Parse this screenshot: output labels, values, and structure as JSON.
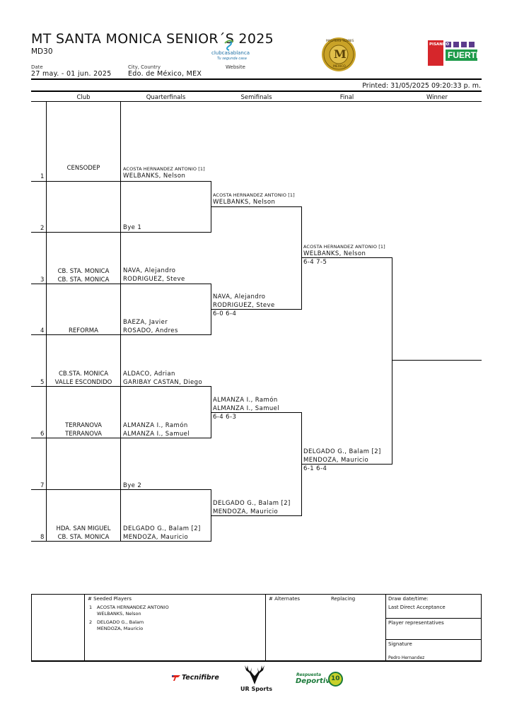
{
  "header": {
    "title": "MT SANTA  MONICA SENIOR´S 2025",
    "event": "MD30",
    "date_label": "Date",
    "date_value": "27 may. - 01 jun. 2025",
    "city_label": "City, Country",
    "city_value": "Edo. de México, MEX",
    "website_label": "Website",
    "printed": "Printed: 31/05/2025 09:20:33 p. m.",
    "logos": {
      "club": "clubcasablanca",
      "club_tagline": "Tu segunda casa",
      "masters_top": "MASTERS TENNIS",
      "masters_bottom": "MEXICO",
      "masters_letter": "M",
      "pisando": "PISANDO",
      "fuerte": "FUERTE"
    }
  },
  "columns": [
    "Club",
    "Quarterfinals",
    "Semifinals",
    "Final",
    "Winner"
  ],
  "draw": {
    "rows": [
      {
        "num": "1",
        "club1": "",
        "club2": "CENSODEP",
        "p1": "ACOSTA HERNANDEZ ANTONIO [1]",
        "p2": "WELBANKS, Nelson"
      },
      {
        "num": "2",
        "club1": "",
        "club2": "",
        "p1": "",
        "p2": "Bye 1"
      },
      {
        "num": "3",
        "club1": "CB. STA. MONICA",
        "club2": "CB. STA. MONICA",
        "p1": "NAVA, Alejandro",
        "p2": "RODRIGUEZ, Steve"
      },
      {
        "num": "4",
        "club1": "",
        "club2": "REFORMA",
        "p1": "BAEZA, Javier",
        "p2": "ROSADO, Andres"
      },
      {
        "num": "5",
        "club1": "CB.STA. MONICA",
        "club2": "VALLE ESCONDIDO",
        "p1": "ALDACO, Adrian",
        "p2": "GARIBAY CASTAN, Diego"
      },
      {
        "num": "6",
        "club1": "TERRANOVA",
        "club2": "TERRANOVA",
        "p1": "ALMANZA I., Ramón",
        "p2": "ALMANZA I., Samuel"
      },
      {
        "num": "7",
        "club1": "",
        "club2": "",
        "p1": "",
        "p2": "Bye 2"
      },
      {
        "num": "8",
        "club1": "HDA. SAN MIGUEL",
        "club2": "CB. STA. MONICA",
        "p1": "DELGADO G., Balam [2]",
        "p2": "MENDOZA, Mauricio"
      }
    ],
    "semifinals": [
      {
        "p1": "ACOSTA HERNANDEZ ANTONIO [1]",
        "p2": "WELBANKS, Nelson",
        "score": ""
      },
      {
        "p1": "NAVA, Alejandro",
        "p2": "RODRIGUEZ, Steve",
        "score": "6-0 6-4"
      },
      {
        "p1": "ALMANZA I., Ramón",
        "p2": "ALMANZA I., Samuel",
        "score": "6-4 6-3"
      },
      {
        "p1": "DELGADO G., Balam [2]",
        "p2": "MENDOZA, Mauricio",
        "score": ""
      }
    ],
    "final": [
      {
        "p1": "ACOSTA HERNANDEZ ANTONIO [1]",
        "p2": "WELBANKS, Nelson",
        "score": "6-4 7-5"
      },
      {
        "p1": "DELGADO G., Balam [2]",
        "p2": "MENDOZA, Mauricio",
        "score": "6-1 6-4"
      }
    ]
  },
  "footer": {
    "seeded_header": "#   Seeded Players",
    "seeded": [
      {
        "num": "1",
        "p1": "ACOSTA HERNANDEZ ANTONIO",
        "p2": "WELBANKS, Nelson"
      },
      {
        "num": "2",
        "p1": "DELGADO G., Balam",
        "p2": "MENDOZA, Mauricio"
      }
    ],
    "alternates_label": "# Alternates",
    "replacing_label": "Replacing",
    "draw_date_label": "Draw date/time:",
    "last_direct_label": "Last Direct Acceptance",
    "player_reps_label": "Player representatives",
    "signature_label": "Signature",
    "signature_name": "Pedro Hernandez"
  },
  "sponsors": {
    "tecnifibre": "Tecnifibre",
    "ursports": "UR Sports",
    "respuesta": "Respuesta",
    "deportiva": "Deportiva",
    "badge": "10"
  }
}
